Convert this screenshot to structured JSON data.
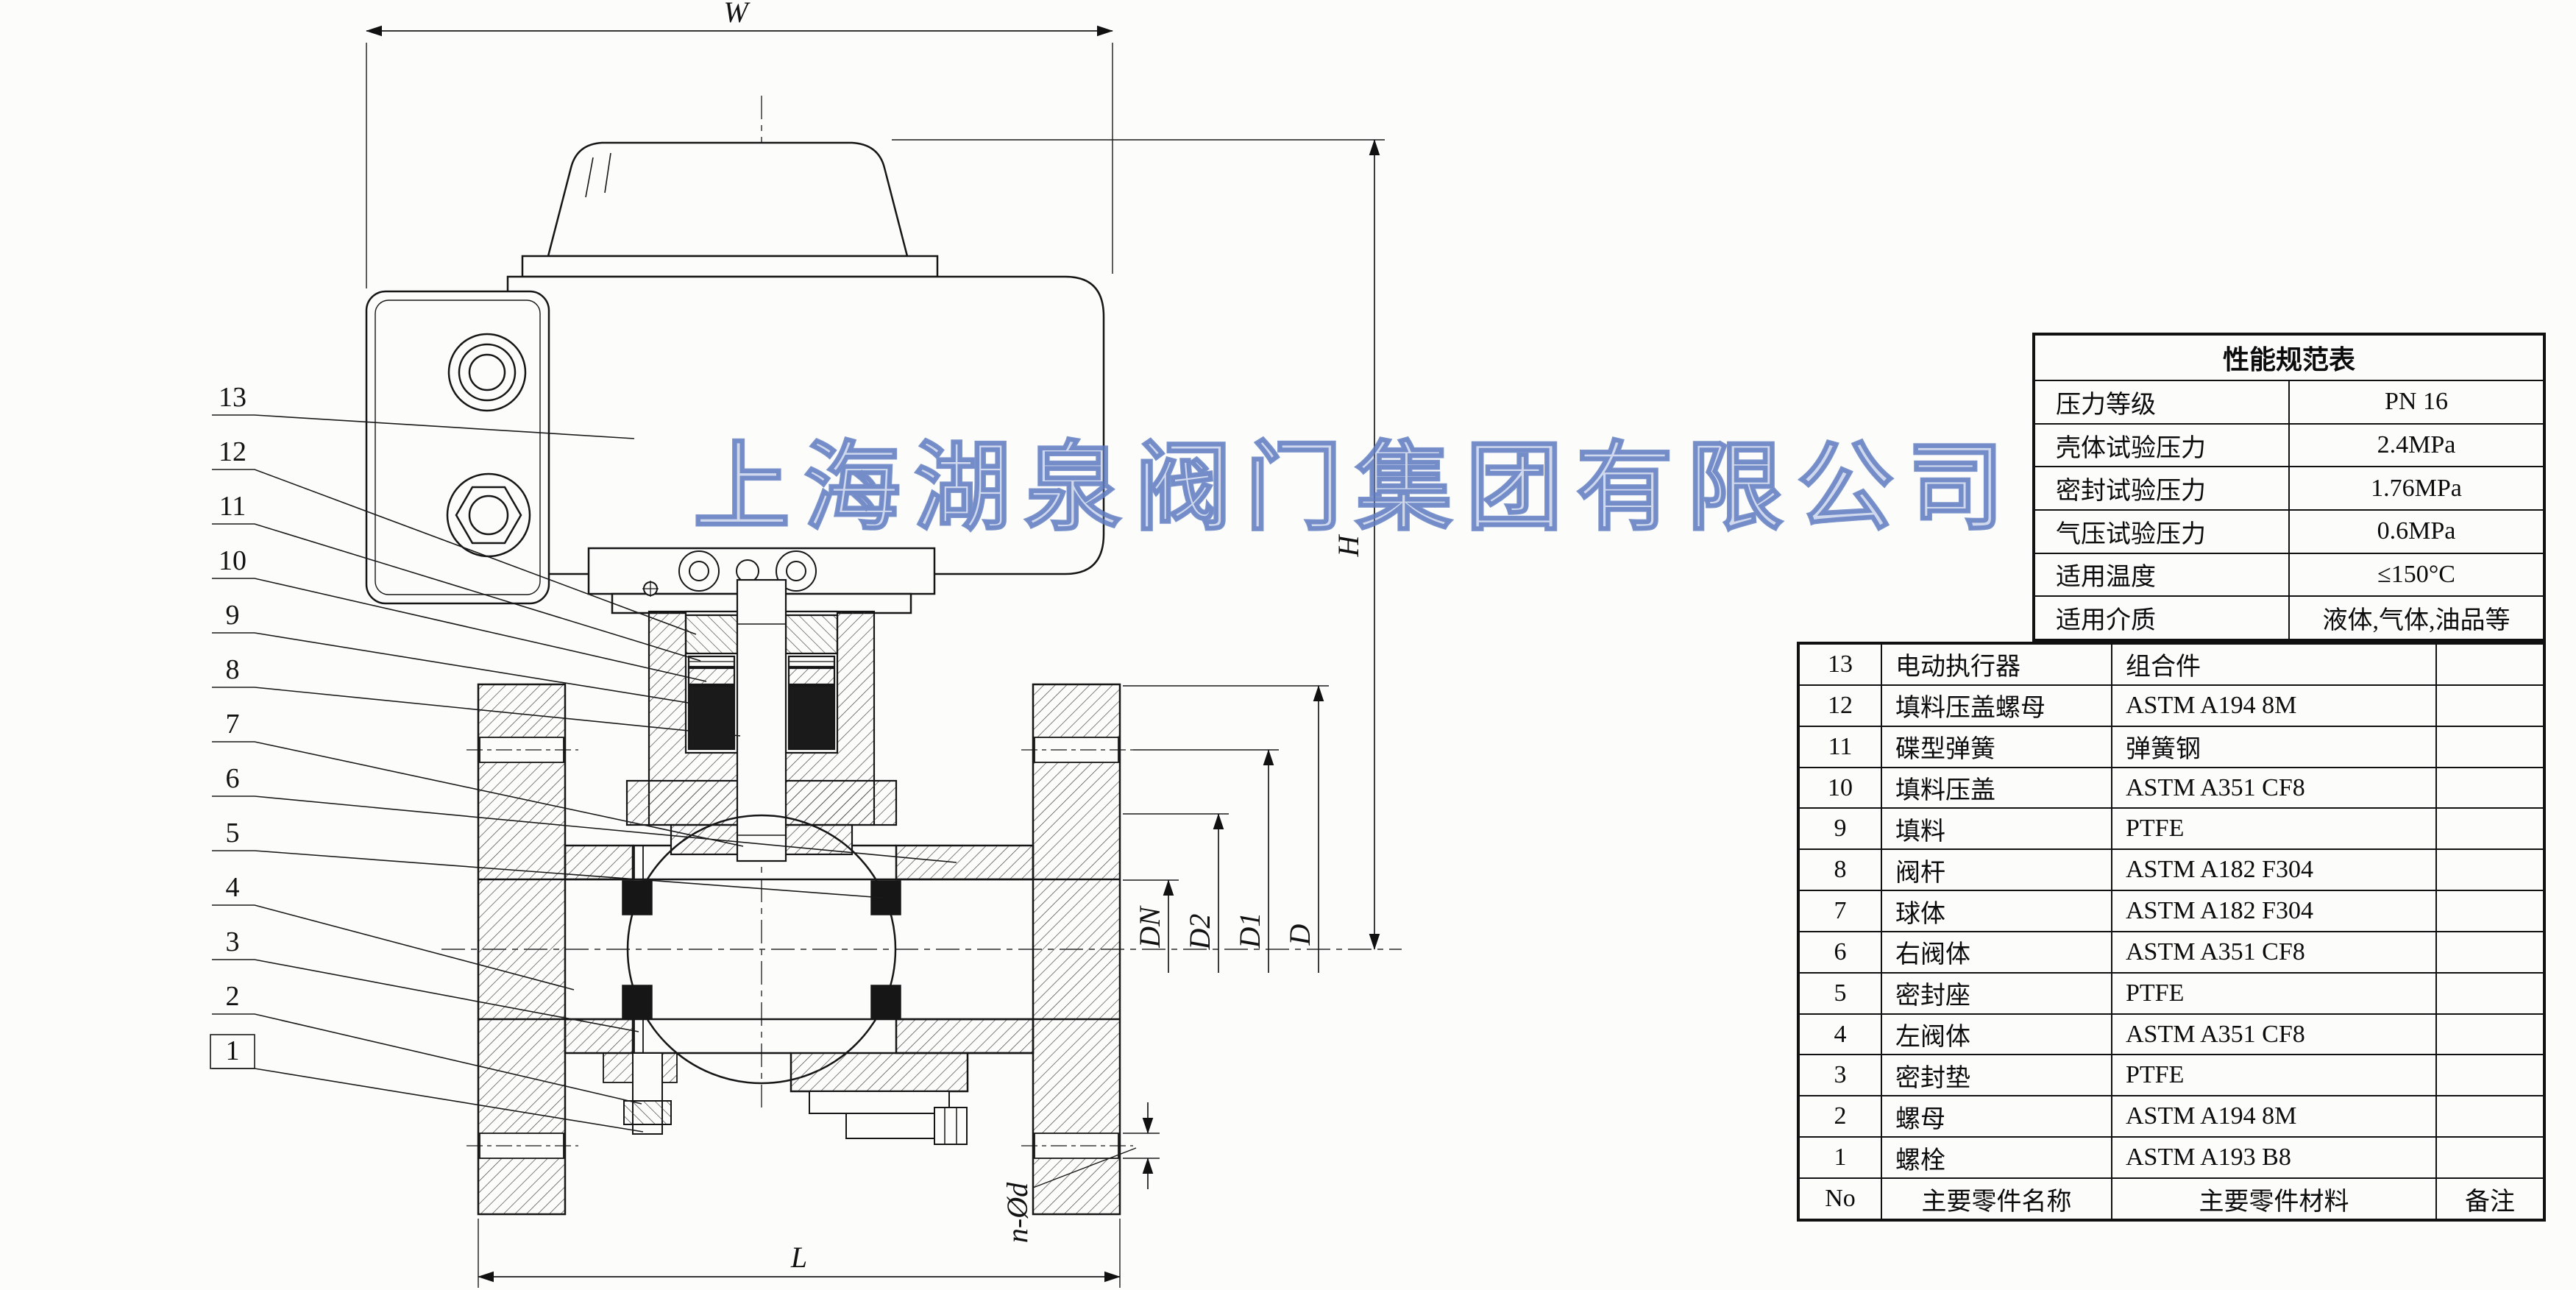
{
  "watermark": {
    "text": "上海湖泉阀门集团有限公司",
    "color": "#7c96d0"
  },
  "drawing": {
    "dims": {
      "w": "W",
      "h": "H",
      "l": "L",
      "dn": "DN",
      "d2": "D2",
      "d1": "D1",
      "d": "D",
      "bolt_holes": "n-Ød"
    },
    "callouts": [
      "13",
      "12",
      "11",
      "10",
      "9",
      "8",
      "7",
      "6",
      "5",
      "4",
      "3",
      "2",
      "1"
    ]
  },
  "spec_table": {
    "title": "性能规范表",
    "rows": [
      {
        "label": "压力等级",
        "value": "PN 16"
      },
      {
        "label": "壳体试验压力",
        "value": "2.4MPa"
      },
      {
        "label": "密封试验压力",
        "value": "1.76MPa"
      },
      {
        "label": "气压试验压力",
        "value": "0.6MPa"
      },
      {
        "label": "适用温度",
        "value": "≤150°C"
      },
      {
        "label": "适用介质",
        "value": "液体,气体,油品等"
      }
    ]
  },
  "parts_table": {
    "header": {
      "no": "No",
      "name": "主要零件名称",
      "material": "主要零件材料",
      "remark": "备注"
    },
    "rows": [
      {
        "no": "13",
        "name": "电动执行器",
        "material": "组合件",
        "remark": ""
      },
      {
        "no": "12",
        "name": "填料压盖螺母",
        "material": "ASTM A194 8M",
        "remark": ""
      },
      {
        "no": "11",
        "name": "碟型弹簧",
        "material": "弹簧钢",
        "remark": ""
      },
      {
        "no": "10",
        "name": "填料压盖",
        "material": "ASTM A351 CF8",
        "remark": ""
      },
      {
        "no": "9",
        "name": "填料",
        "material": "PTFE",
        "remark": ""
      },
      {
        "no": "8",
        "name": "阀杆",
        "material": "ASTM A182 F304",
        "remark": ""
      },
      {
        "no": "7",
        "name": "球体",
        "material": "ASTM A182 F304",
        "remark": ""
      },
      {
        "no": "6",
        "name": "右阀体",
        "material": "ASTM A351 CF8",
        "remark": ""
      },
      {
        "no": "5",
        "name": "密封座",
        "material": "PTFE",
        "remark": ""
      },
      {
        "no": "4",
        "name": "左阀体",
        "material": "ASTM A351 CF8",
        "remark": ""
      },
      {
        "no": "3",
        "name": "密封垫",
        "material": "PTFE",
        "remark": ""
      },
      {
        "no": "2",
        "name": "螺母",
        "material": "ASTM A194 8M",
        "remark": ""
      },
      {
        "no": "1",
        "name": "螺栓",
        "material": "ASTM A193 B8",
        "remark": ""
      }
    ]
  }
}
